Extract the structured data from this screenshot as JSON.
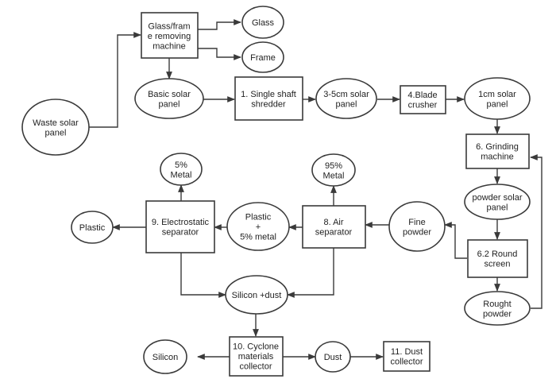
{
  "nodes": {
    "waste": [
      "Waste solar",
      "panel"
    ],
    "glass_frame_machine": [
      "Glass/fram",
      "e removing",
      "machine"
    ],
    "glass": [
      "Glass"
    ],
    "frame": [
      "Frame"
    ],
    "basic_panel": [
      "Basic solar",
      "panel"
    ],
    "single_shredder": [
      "1. Single shaft",
      "shredder"
    ],
    "panel_3_5cm": [
      "3-5cm solar",
      "panel"
    ],
    "blade_crusher": [
      "4.Blade",
      "crusher"
    ],
    "panel_1cm": [
      "1cm solar",
      "panel"
    ],
    "grinding": [
      "6. Grinding",
      "machine"
    ],
    "powder_panel": [
      "powder solar",
      "panel"
    ],
    "round_screen": [
      "6.2 Round",
      "screen"
    ],
    "rought_powder": [
      "Rought",
      "powder"
    ],
    "fine_powder": [
      "Fine",
      "powder"
    ],
    "air_separator": [
      "8. Air",
      "separator"
    ],
    "metal_95": [
      "95%",
      "Metal"
    ],
    "plastic_metal": [
      "Plastic",
      "+",
      "5% metal"
    ],
    "electrostatic": [
      "9. Electrostatic",
      "separator"
    ],
    "metal_5": [
      "5%",
      "Metal"
    ],
    "plastic": [
      "Plastic"
    ],
    "silicon_dust": [
      "Silicon +dust"
    ],
    "cyclone": [
      "10. Cyclone",
      "materials",
      "collector"
    ],
    "silicon": [
      "Silicon"
    ],
    "dust": [
      "Dust"
    ],
    "dust_collector": [
      "11. Dust",
      "collector"
    ]
  }
}
